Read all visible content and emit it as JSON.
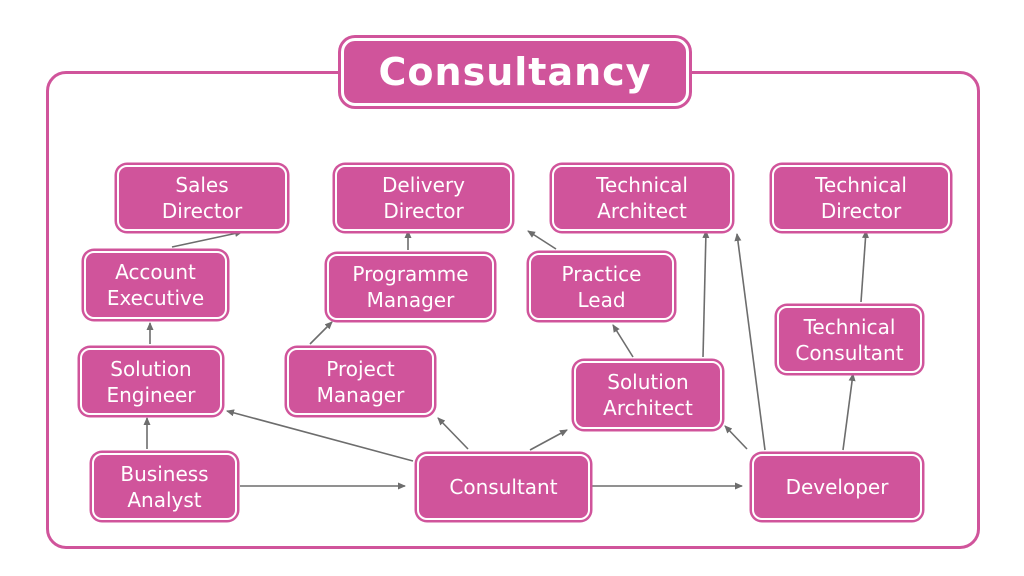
{
  "title": "Consultancy",
  "colors": {
    "pink": "#d0549b",
    "arrow": "#6d6d6d",
    "node_text": "#ffffff",
    "background": "#ffffff"
  },
  "nodes": [
    {
      "id": "sales-director",
      "label": "Sales\nDirector"
    },
    {
      "id": "delivery-director",
      "label": "Delivery\nDirector"
    },
    {
      "id": "technical-architect",
      "label": "Technical\nArchitect"
    },
    {
      "id": "technical-director",
      "label": "Technical\nDirector"
    },
    {
      "id": "account-executive",
      "label": "Account\nExecutive"
    },
    {
      "id": "programme-manager",
      "label": "Programme\nManager"
    },
    {
      "id": "practice-lead",
      "label": "Practice\nLead"
    },
    {
      "id": "technical-consultant",
      "label": "Technical\nConsultant"
    },
    {
      "id": "solution-engineer",
      "label": "Solution\nEngineer"
    },
    {
      "id": "project-manager",
      "label": "Project\nManager"
    },
    {
      "id": "solution-architect",
      "label": "Solution\nArchitect"
    },
    {
      "id": "business-analyst",
      "label": "Business\nAnalyst"
    },
    {
      "id": "consultant",
      "label": "Consultant"
    },
    {
      "id": "developer",
      "label": "Developer"
    }
  ],
  "edges": [
    {
      "from": "business-analyst",
      "to": "solution-engineer"
    },
    {
      "from": "business-analyst",
      "to": "consultant"
    },
    {
      "from": "solution-engineer",
      "to": "account-executive"
    },
    {
      "from": "account-executive",
      "to": "sales-director"
    },
    {
      "from": "consultant",
      "to": "solution-engineer"
    },
    {
      "from": "consultant",
      "to": "project-manager"
    },
    {
      "from": "project-manager",
      "to": "programme-manager"
    },
    {
      "from": "programme-manager",
      "to": "delivery-director"
    },
    {
      "from": "consultant",
      "to": "solution-architect"
    },
    {
      "from": "consultant",
      "to": "developer"
    },
    {
      "from": "solution-architect",
      "to": "practice-lead"
    },
    {
      "from": "practice-lead",
      "to": "technical-architect"
    },
    {
      "from": "solution-architect",
      "to": "technical-architect"
    },
    {
      "from": "developer",
      "to": "solution-architect"
    },
    {
      "from": "developer",
      "to": "technical-architect"
    },
    {
      "from": "developer",
      "to": "technical-consultant"
    },
    {
      "from": "technical-consultant",
      "to": "technical-director"
    }
  ]
}
